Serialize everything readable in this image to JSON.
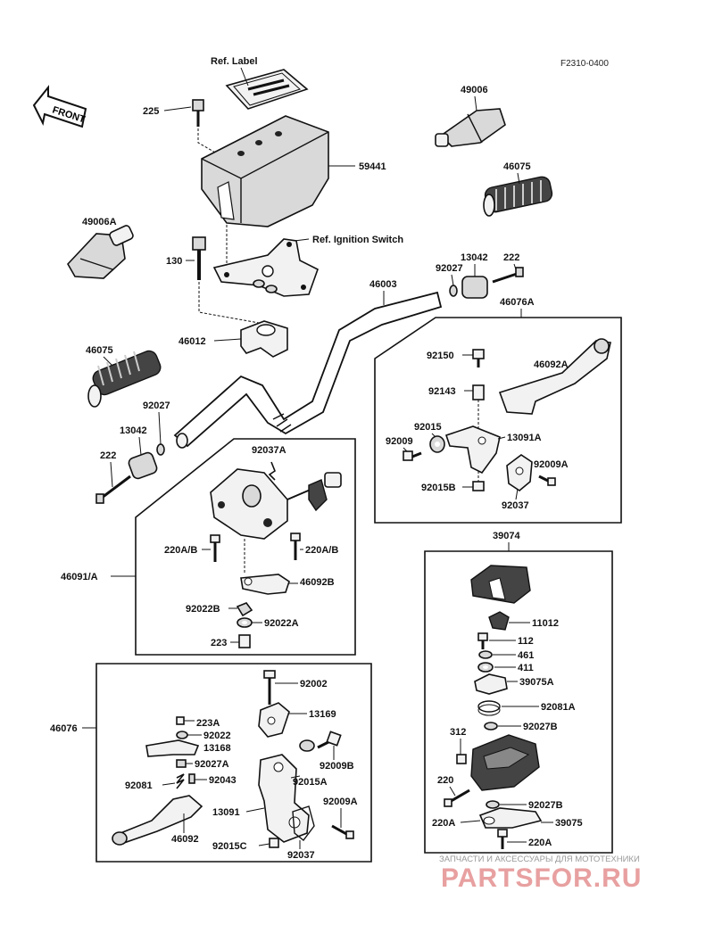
{
  "diagram_code": "F2310-0400",
  "front_label": "FRONT",
  "labels": {
    "ref_label": "Ref. Label",
    "p225": "225",
    "p59441": "59441",
    "p49006": "49006",
    "p46075_top": "46075",
    "p49006a": "49006A",
    "ref_ignition": "Ref. Ignition Switch",
    "p130": "130",
    "p13042_top": "13042",
    "p222_top": "222",
    "p92027_top": "92027",
    "p46003": "46003",
    "p46076a": "46076A",
    "p46012": "46012",
    "p46075_left": "46075",
    "p92150": "92150",
    "p46092a": "46092A",
    "p92143": "92143",
    "p92027_left": "92027",
    "p92015": "92015",
    "p13042_left": "13042",
    "p92009": "92009",
    "p13091a": "13091A",
    "p92037a": "92037A",
    "p222_left": "222",
    "p92009a_r": "92009A",
    "p92015b": "92015B",
    "p92037_r": "92037",
    "p39074": "39074",
    "p220ab_1": "220A/B",
    "p220ab_2": "220A/B",
    "p46091a": "46091/A",
    "p46092b": "46092B",
    "p11012": "11012",
    "p92022b": "92022B",
    "p92022a": "92022A",
    "p112": "112",
    "p223": "223",
    "p461": "461",
    "p411": "411",
    "p39075a": "39075A",
    "p92002": "92002",
    "p92081a": "92081A",
    "p13169": "13169",
    "p223a": "223A",
    "p46076": "46076",
    "p92022": "92022",
    "p13168": "13168",
    "p92027b_1": "92027B",
    "p312": "312",
    "p92009b": "92009B",
    "p92027a": "92027A",
    "p92015a": "92015A",
    "p220": "220",
    "p92081": "92081",
    "p92043": "92043",
    "p92027b_2": "92027B",
    "p92009a_b": "92009A",
    "p13091": "13091",
    "p220a_1": "220A",
    "p39075": "39075",
    "p46092": "46092",
    "p92015c": "92015C",
    "p220a_2": "220A",
    "p92037_b": "92037"
  },
  "watermark": {
    "tagline": "ЗАПЧАСТИ И АКСЕССУАРЫ ДЛЯ МОТОТЕХНИКИ",
    "brand": "PARTSFOR.RU"
  }
}
